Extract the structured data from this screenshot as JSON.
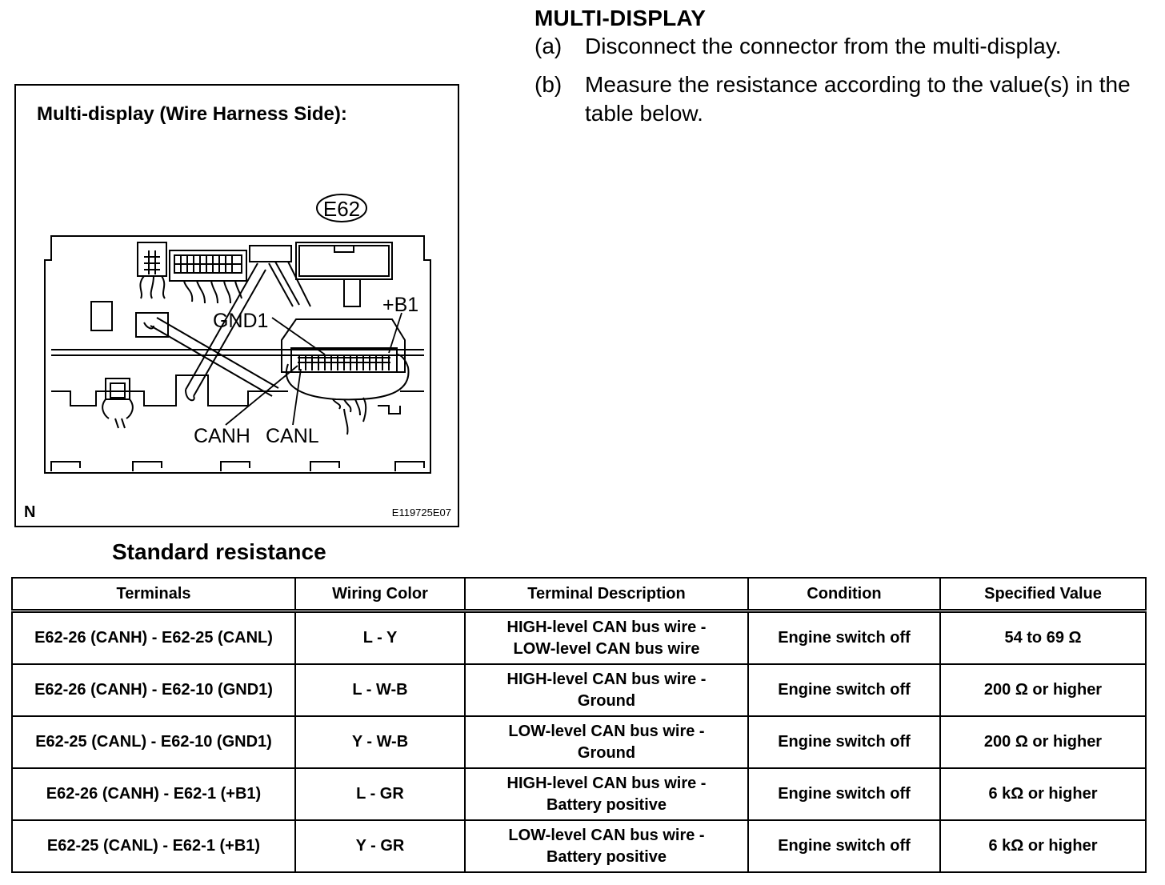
{
  "section": {
    "title": "MULTI-DISPLAY",
    "steps": [
      {
        "mark": "(a)",
        "text": "Disconnect the connector from the multi-display."
      },
      {
        "mark": "(b)",
        "text": "Measure the resistance according to the value(s) in the table below."
      }
    ]
  },
  "figure": {
    "title": "Multi-display (Wire Harness Side):",
    "connector_label": "E62",
    "terminal_labels": {
      "b1": "+B1",
      "gnd1": "GND1",
      "canh": "CANH",
      "canl": "CANL"
    },
    "letter": "N",
    "code": "E119725E07"
  },
  "table": {
    "caption": "Standard resistance",
    "headers": [
      "Terminals",
      "Wiring Color",
      "Terminal Description",
      "Condition",
      "Specified Value"
    ],
    "rows": [
      {
        "terminals": "E62-26 (CANH) - E62-25 (CANL)",
        "color": "L - Y",
        "desc1": "HIGH-level CAN bus wire -",
        "desc2": "LOW-level CAN bus wire",
        "condition": "Engine switch off",
        "value": "54 to 69 Ω"
      },
      {
        "terminals": "E62-26 (CANH) - E62-10 (GND1)",
        "color": "L - W-B",
        "desc1": "HIGH-level CAN bus wire -",
        "desc2": "Ground",
        "condition": "Engine switch off",
        "value": "200 Ω or higher"
      },
      {
        "terminals": "E62-25 (CANL) - E62-10 (GND1)",
        "color": "Y - W-B",
        "desc1": "LOW-level CAN bus wire -",
        "desc2": "Ground",
        "condition": "Engine switch off",
        "value": "200 Ω or higher"
      },
      {
        "terminals": "E62-26 (CANH) - E62-1 (+B1)",
        "color": "L - GR",
        "desc1": "HIGH-level CAN bus wire -",
        "desc2": "Battery positive",
        "condition": "Engine switch off",
        "value": "6 kΩ or higher"
      },
      {
        "terminals": "E62-25 (CANL) - E62-1 (+B1)",
        "color": "Y - GR",
        "desc1": "LOW-level CAN bus wire -",
        "desc2": "Battery positive",
        "condition": "Engine switch off",
        "value": "6 kΩ or higher"
      }
    ]
  }
}
